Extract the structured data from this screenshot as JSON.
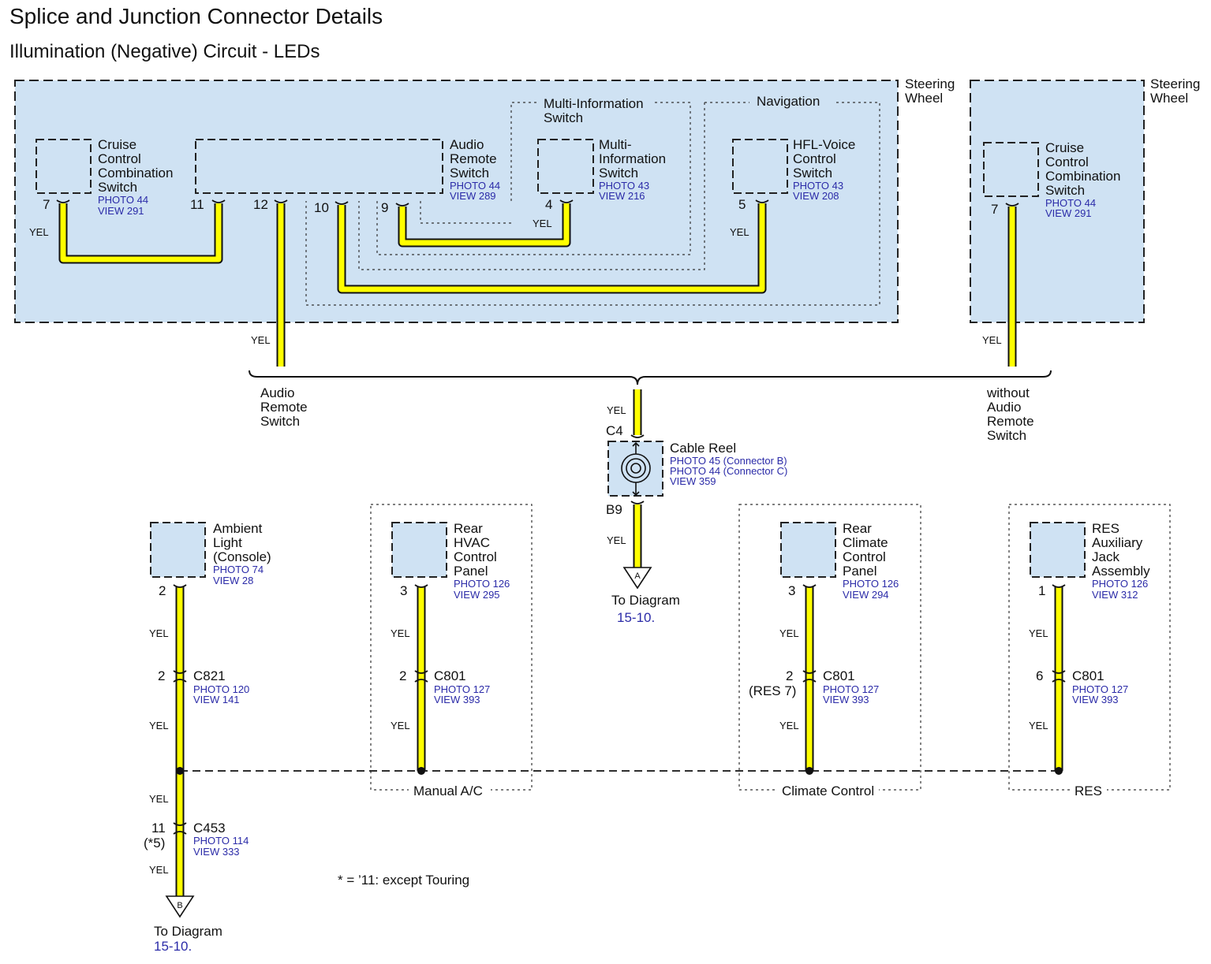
{
  "title": "Splice and Junction Connector Details",
  "subtitle": "Illumination (Negative) Circuit - LEDs",
  "colors": {
    "wire": "#ffff00",
    "wire_outline": "#111111",
    "zone_fill": "#cfe2f3",
    "ref_text": "#2b2ba8"
  },
  "wire_color_label": "YEL",
  "steering_wheel_label": [
    "Steering",
    "Wheel"
  ],
  "components": {
    "cruise_left": {
      "name": [
        "Cruise",
        "Control",
        "Combination",
        "Switch"
      ],
      "photo": "PHOTO 44",
      "view": "VIEW 291",
      "pin": "7"
    },
    "audio_remote": {
      "name": [
        "Audio",
        "Remote",
        "Switch"
      ],
      "photo": "PHOTO 44",
      "view": "VIEW 289",
      "pins": [
        "11",
        "12",
        "10",
        "9"
      ]
    },
    "multi_info": {
      "group": [
        "Multi-Information",
        "Switch"
      ],
      "name": [
        "Multi-",
        "Information",
        "Switch"
      ],
      "photo": "PHOTO 43",
      "view": "VIEW 216",
      "pin": "4"
    },
    "hfl_voice": {
      "group": "Navigation",
      "name": [
        "HFL-Voice",
        "Control",
        "Switch"
      ],
      "photo": "PHOTO 43",
      "view": "VIEW 208",
      "pin": "5"
    },
    "cruise_right": {
      "name": [
        "Cruise",
        "Control",
        "Combination",
        "Switch"
      ],
      "photo": "PHOTO 44",
      "view": "VIEW 291",
      "pin": "7"
    },
    "cable_reel": {
      "name": "Cable Reel",
      "refs": [
        "PHOTO 45 (Connector B)",
        "PHOTO 44 (Connector C)",
        "VIEW 359"
      ],
      "top_conn": "C4",
      "bottom_conn": "B9"
    },
    "ambient_light": {
      "name": [
        "Ambient",
        "Light",
        "(Console)"
      ],
      "photo": "PHOTO 74",
      "view": "VIEW 28",
      "pin": "2"
    },
    "rear_hvac": {
      "name": [
        "Rear",
        "HVAC",
        "Control",
        "Panel"
      ],
      "photo": "PHOTO 126",
      "view": "VIEW 295",
      "pin": "3"
    },
    "rear_climate": {
      "name": [
        "Rear",
        "Climate",
        "Control",
        "Panel"
      ],
      "photo": "PHOTO 126",
      "view": "VIEW 294",
      "pin": "3"
    },
    "res_aux": {
      "name": [
        "RES",
        "Auxiliary",
        "Jack",
        "Assembly"
      ],
      "photo": "PHOTO 126",
      "view": "VIEW 312",
      "pin": "1"
    }
  },
  "variants": {
    "with_audio": [
      "Audio",
      "Remote",
      "Switch"
    ],
    "without_audio": [
      "without",
      "Audio",
      "Remote",
      "Switch"
    ]
  },
  "inline_connectors": {
    "c821": {
      "pin": "2",
      "name": "C821",
      "photo": "PHOTO 120",
      "view": "VIEW 141"
    },
    "c801_hvac": {
      "pin": "2",
      "name": "C801",
      "photo": "PHOTO 127",
      "view": "VIEW 393"
    },
    "c801_climate": {
      "pin": "2",
      "alt_pin": "(RES 7)",
      "name": "C801",
      "photo": "PHOTO 127",
      "view": "VIEW 393"
    },
    "c801_res": {
      "pin": "6",
      "name": "C801",
      "photo": "PHOTO 127",
      "view": "VIEW 393"
    },
    "c453": {
      "pin": "11",
      "pin_note": "(*5)",
      "name": "C453",
      "photo": "PHOTO 114",
      "view": "VIEW 333"
    }
  },
  "groups": {
    "manual_ac": "Manual A/C",
    "climate_control": "Climate Control",
    "res": "RES"
  },
  "offpage": {
    "a": {
      "letter": "A",
      "text": "To Diagram",
      "ref": "15-10."
    },
    "b": {
      "letter": "B",
      "text": "To Diagram",
      "ref": "15-10."
    }
  },
  "footnote": "* = ’11: except Touring"
}
